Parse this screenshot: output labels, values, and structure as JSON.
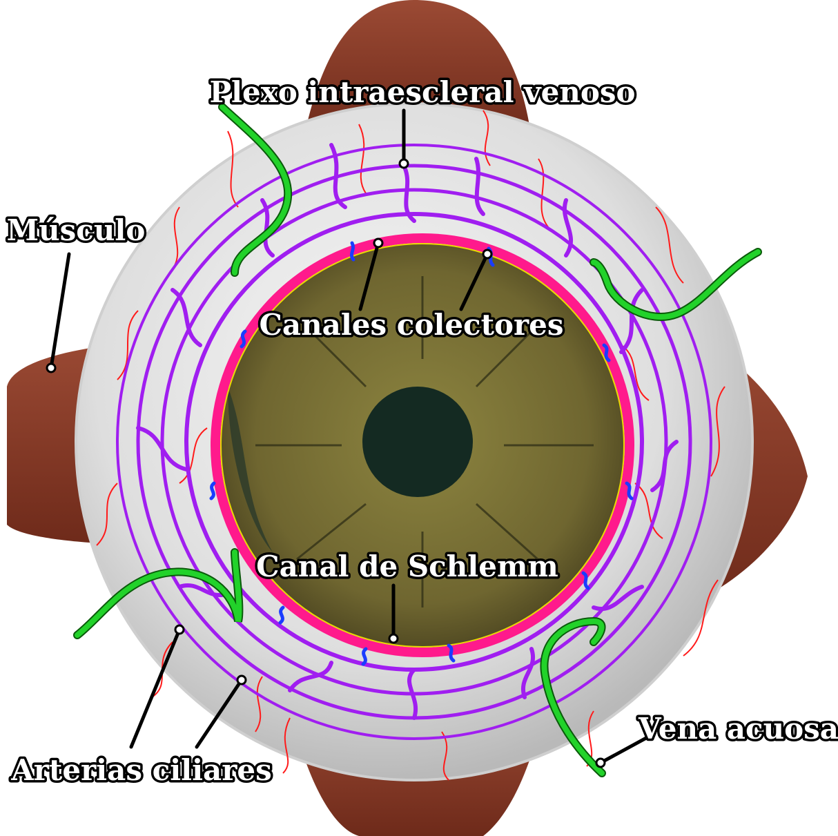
{
  "labels": {
    "plexo": "Plexo intraescleral venoso",
    "musculo": "Músculo",
    "canales": "Canales colectores",
    "schlemm": "Canal de Schlemm",
    "vena": "Vena acuosa",
    "arterias": "Arterias ciliares"
  },
  "colors": {
    "background": "#ffffff",
    "muscle": "#8a3a26",
    "sclera": "#e2e2e2",
    "iris": "#7a7030",
    "pupil": "#142a22",
    "schlemm_canal": "#ff1a8c",
    "venous_plexus": "#a01ef0",
    "ciliary_arteries": "#ff1a1a",
    "aqueous_vein": "#1ec81e",
    "collector_channels": "#1a3cff",
    "label_fill": "#ffffff",
    "label_outline": "#000000"
  },
  "icons": [
    "eye-diagram"
  ]
}
